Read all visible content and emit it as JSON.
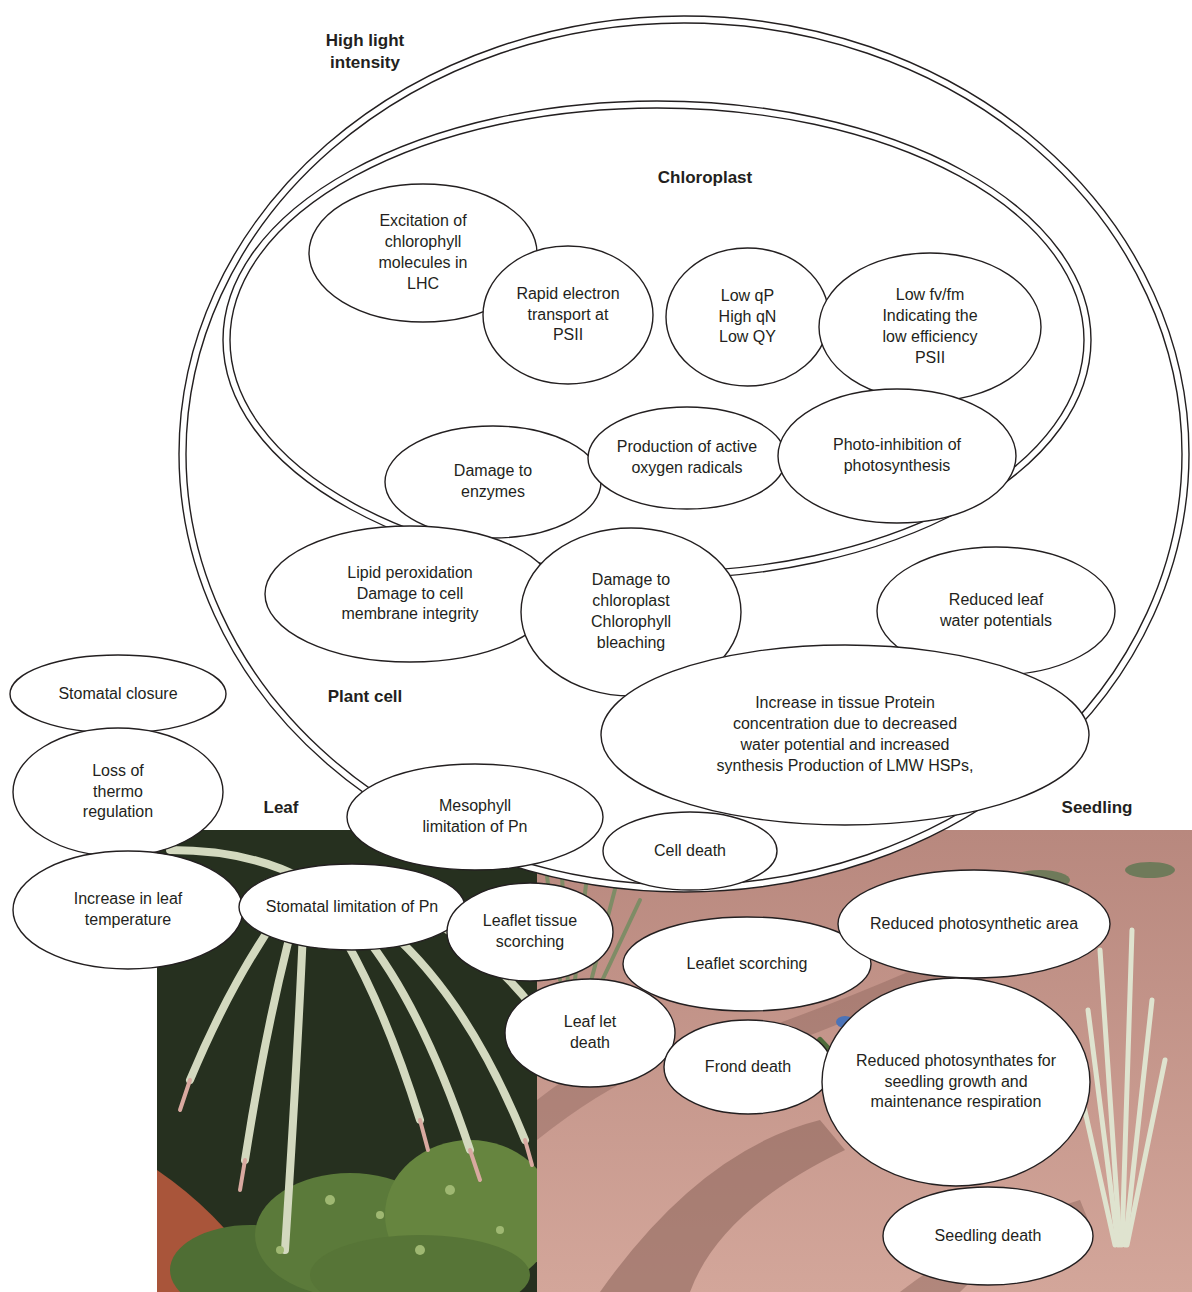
{
  "diagram": {
    "title": "High light intensity",
    "nodes": [
      {
        "text": [
          "Plant cell"
        ]
      },
      {
        "text": [
          "Chloroplast"
        ],
        "in": 0
      },
      {
        "text": [
          "Excitation of chlorophyll molecules in LHC"
        ],
        "in": 1
      },
      {
        "text": [
          "Rapid electron transport at PSII"
        ],
        "in": 1
      },
      {
        "text": [
          "Low qP High qN Low QY"
        ],
        "in": 1
      },
      {
        "text": [
          "Low fv/fm Indicating the low efficiency PSII"
        ],
        "in": 1
      },
      {
        "text": [
          "Damage to enzymes"
        ],
        "in": 1
      },
      {
        "text": [
          "Production of active oxygen radicals"
        ],
        "in": 1
      },
      {
        "text": [
          "Photo-inhibition of photosynthesis"
        ],
        "in": 1
      },
      {
        "text": [
          "Lipid peroxidation Damage to cell membrane integrity"
        ],
        "in": 0
      },
      {
        "text": [
          "Damage to chloroplast Chlorophyll bleaching"
        ],
        "in": 0
      },
      {
        "text": [
          "Reduced leaf water potentials"
        ],
        "in": 0
      },
      {
        "text": [
          "Increase in tissue Protein concentration due to decreased water potential and increased synthesis Production of LMW HSPs,"
        ],
        "in": 0
      },
      {
        "text": [
          "Mesophyll limitation of Pn"
        ],
        "in": 0
      },
      {
        "text": [
          "Cell death"
        ],
        "in": 0
      },
      {
        "text": [
          "Stomatal closure"
        ]
      },
      {
        "text": [
          "Loss of thermo regulation"
        ]
      },
      {
        "text": [
          "Increase in leaf temperature"
        ]
      },
      {
        "text": [
          "Stomatal limitation of Pn"
        ]
      },
      {
        "text": [
          "Leaflet tissue scorching"
        ]
      },
      {
        "text": [
          "Leaflet scorching"
        ]
      },
      {
        "text": [
          "Reduced photosynthetic area"
        ]
      },
      {
        "text": [
          "Leaf let death"
        ]
      },
      {
        "text": [
          "Frond death"
        ]
      },
      {
        "text": [
          "Reduced photosynthates for seedling growth and maintenance respiration"
        ]
      },
      {
        "text": [
          "Seedling death"
        ]
      }
    ],
    "labels": [
      "Leaf",
      "Seedling"
    ]
  }
}
